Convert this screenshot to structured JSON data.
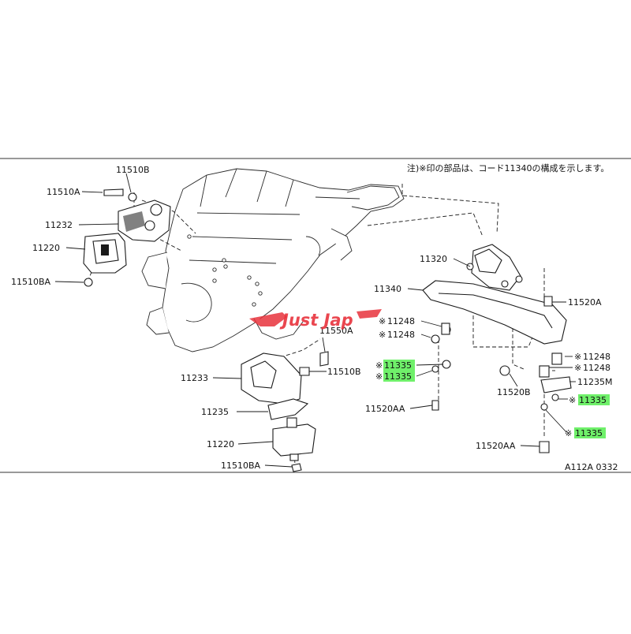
{
  "diagram": {
    "note": "注)※印の部品は、コード11340の構成を示します。",
    "code": "A112A 0332",
    "watermark": "Just Jap",
    "highlight_color": "#6ff06a",
    "watermark_color": "#e8323c",
    "mark": "※",
    "labels": {
      "l11510b_top": "11510B",
      "l11510a": "11510A",
      "l11232": "11232",
      "l11220_top": "11220",
      "l11510ba_top": "11510BA",
      "l11320": "11320",
      "l11340": "11340",
      "l11520a": "11520A",
      "l11248_a": "11248",
      "l11248_b": "11248",
      "l11550a": "11550A",
      "l11233": "11233",
      "l11510b_mid": "11510B",
      "l11335_a": "11335",
      "l11335_b": "11335",
      "l11248_c": "11248",
      "l11248_d": "11248",
      "l11235m": "11235M",
      "l11520b": "11520B",
      "l11335_c": "11335",
      "l11520aa_mid": "11520AA",
      "l11235": "11235",
      "l11335_d": "11335",
      "l11220_bot": "11220",
      "l11520aa_right": "11520AA",
      "l11510ba_bot": "11510BA"
    }
  }
}
